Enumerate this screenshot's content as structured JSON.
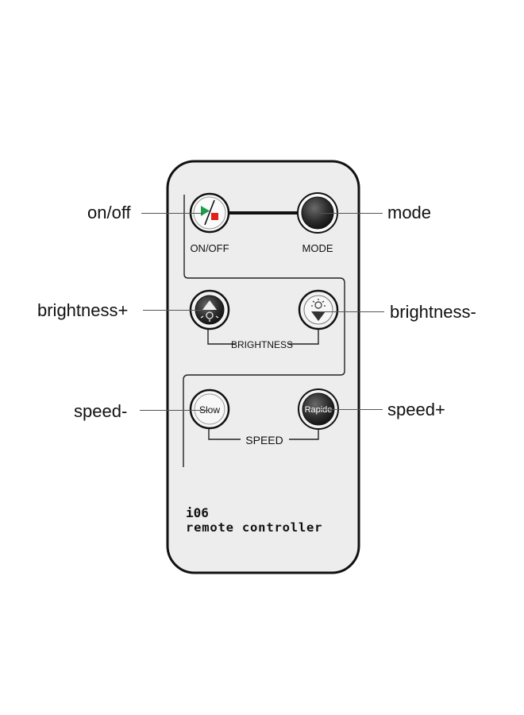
{
  "remote": {
    "model": "i06",
    "caption": "remote controller",
    "buttons": {
      "onoff": {
        "label": "ON/OFF"
      },
      "mode": {
        "label": "MODE"
      },
      "bright_up": {
        "icon": "brightness-up-icon"
      },
      "bright_down": {
        "icon": "brightness-down-icon"
      },
      "slow": {
        "label": "Slow"
      },
      "rapide": {
        "label": "Rapide"
      }
    },
    "group_labels": {
      "brightness": "BRIGHTNESS",
      "speed": "SPEED"
    }
  },
  "callouts": {
    "onoff": "on/off",
    "mode": "mode",
    "brightness_plus": "brightness+",
    "brightness_minus": "brightness-",
    "speed_minus": "speed-",
    "speed_plus": "speed+"
  },
  "colors": {
    "body": "#eeeeee",
    "outline": "#1a1a1a",
    "button_dark": "#2e2e2e",
    "play_green": "#1d9e4a",
    "stop_red": "#e0201b"
  }
}
